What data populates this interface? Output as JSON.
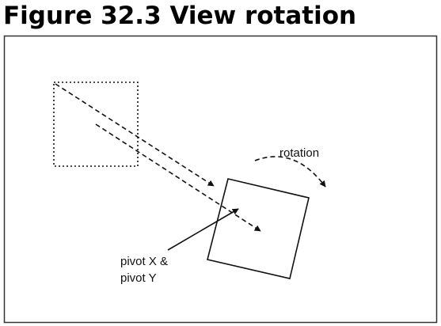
{
  "figure": {
    "title": "Figure 32.3  View rotation"
  },
  "diagram": {
    "rotation_label": "rotation",
    "pivot_label_line1": "pivot X &",
    "pivot_label_line2": "pivot Y"
  },
  "colors": {
    "ink": "#111111",
    "frame": "#333333",
    "background": "#ffffff"
  }
}
